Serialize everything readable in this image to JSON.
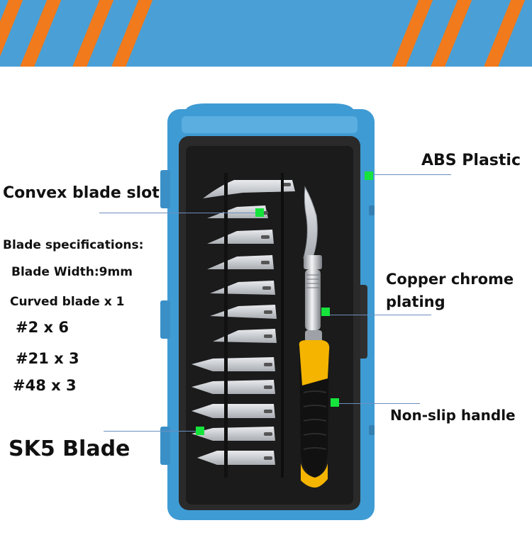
{
  "colors": {
    "banner": "#4a9fd6",
    "stripe": "#f07a1c",
    "case": "#3f9bd3",
    "marker": "#16e43c",
    "handle_yellow": "#f4b400"
  },
  "labels": {
    "abs_plastic": "ABS Plastic",
    "convex_slot": "Convex blade slot",
    "blade_specs": "Blade specifications:",
    "blade_width": "Blade Width:9mm",
    "curved_blade": "Curved blade x 1",
    "no2": "#2  x 6",
    "no21": "#21 x 3",
    "no48": "#48 x 3",
    "sk5": "SK5 Blade",
    "copper_1": "Copper chrome",
    "copper_2": "plating",
    "non_slip": "Non-slip handle"
  }
}
